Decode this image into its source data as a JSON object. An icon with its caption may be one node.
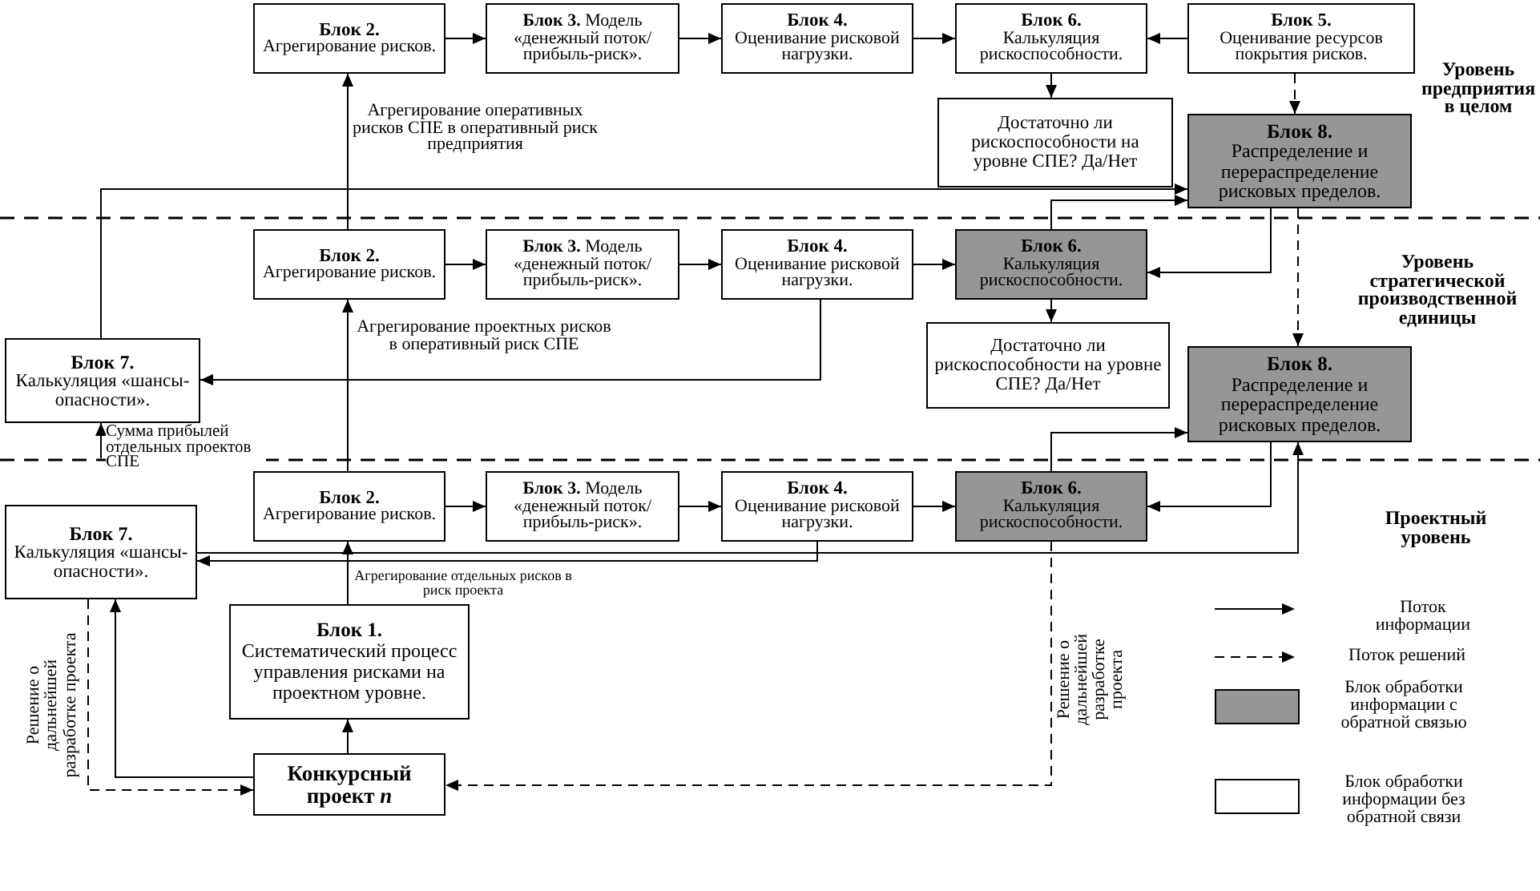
{
  "diagram": {
    "nodes": [
      {
        "text": [
          "Блок 2.",
          "Агрегирование рисков."
        ]
      },
      {
        "text": [
          "**Блок 3.** Модель «денежный поток/прибыль-риск»."
        ]
      },
      {
        "text": [
          "Блок 4.",
          "Оценивание рисковой нагрузки."
        ]
      },
      {
        "text": [
          "Блок 6.",
          "Калькуляция рискоспособности."
        ]
      },
      {
        "text": [
          "Блок 5.",
          "Оценивание ресурсов покрытия рисков."
        ]
      },
      {
        "text": [
          "Достаточно ли рискоспособности на уровне СПЕ? Да/Нет"
        ]
      },
      {
        "text": [
          "Блок 8.",
          "Распределение и перераспределение рисковых пределов."
        ]
      },
      {
        "text": [
          "Блок 2.",
          "Агрегирование рисков."
        ]
      },
      {
        "text": [
          "**Блок 3.** Модель «денежный поток/прибыль-риск»."
        ]
      },
      {
        "text": [
          "Блок 4.",
          "Оценивание рисковой нагрузки."
        ]
      },
      {
        "text": [
          "Блок 6.",
          "Калькуляция рискоспособности."
        ]
      },
      {
        "text": [
          "Блок 7.",
          "Калькуляция «шансы-опасности»."
        ]
      },
      {
        "text": [
          "Достаточно ли рискоспособности на уровне СПЕ? Да/Нет"
        ]
      },
      {
        "text": [
          "Блок 8.",
          "Распределение и перераспределение рисковых пределов."
        ]
      },
      {
        "text": [
          "Блок 2.",
          "Агрегирование рисков."
        ]
      },
      {
        "text": [
          "**Блок 3.** Модель «денежный поток/прибыль-риск»."
        ]
      },
      {
        "text": [
          "Блок 4.",
          "Оценивание рисковой нагрузки."
        ]
      },
      {
        "text": [
          "Блок 6.",
          "Калькуляция рискоспособности."
        ]
      },
      {
        "text": [
          "Блок 7.",
          "Калькуляция «шансы-опасности»."
        ]
      },
      {
        "text": [
          "Блок 1.",
          "Систематический процесс управления рисками на проектном уровне."
        ]
      },
      {
        "text": [
          "Конкурсный проект *n*"
        ]
      }
    ],
    "edges": [
      {
        "from": 0,
        "to": 1,
        "arrow": "to"
      },
      {
        "from": 1,
        "to": 2,
        "arrow": "to"
      },
      {
        "from": 2,
        "to": 3,
        "arrow": "to"
      },
      {
        "from": 4,
        "to": 3,
        "arrow": "to"
      },
      {
        "from": 3,
        "to": 5,
        "arrow": "to"
      },
      {
        "from": 4,
        "to": 6,
        "arrow": "to",
        "style": "dashed"
      },
      {
        "from": 7,
        "to": 0,
        "arrow": "to",
        "label": "Агрегирование оперативных рисков СПЕ в оперативный риск предприятия"
      },
      {
        "from": 11,
        "to": 6,
        "arrow": "to"
      },
      {
        "from": 10,
        "to": 6,
        "arrow": "to"
      },
      {
        "from": 6,
        "to": 10,
        "arrow": "to"
      },
      {
        "from": 6,
        "to": 13,
        "arrow": "to",
        "style": "dashed"
      },
      {
        "from": 7,
        "to": 8,
        "arrow": "to"
      },
      {
        "from": 8,
        "to": 9,
        "arrow": "to"
      },
      {
        "from": 9,
        "to": 10,
        "arrow": "to"
      },
      {
        "from": 10,
        "to": 12,
        "arrow": "to"
      },
      {
        "from": 9,
        "to": 11,
        "arrow": "to"
      },
      {
        "from": 14,
        "to": 7,
        "arrow": "to",
        "label": "Агрегирование проектных рисков в оперативный риск СПЕ"
      },
      {
        "from": null,
        "to": 11,
        "arrow": "to",
        "label": "Сумма прибылей отдельных проектов СПЕ"
      },
      {
        "from": 17,
        "to": 13,
        "arrow": "to"
      },
      {
        "from": 13,
        "to": 17,
        "arrow": "to"
      },
      {
        "from": 18,
        "to": 13,
        "arrow": "to"
      },
      {
        "from": 14,
        "to": 15,
        "arrow": "to"
      },
      {
        "from": 15,
        "to": 16,
        "arrow": "to"
      },
      {
        "from": 16,
        "to": 17,
        "arrow": "to"
      },
      {
        "from": 16,
        "to": 18,
        "arrow": "to"
      },
      {
        "from": 19,
        "to": 14,
        "arrow": "to",
        "label": "Агрегирование отдельных рисков в риск проекта"
      },
      {
        "from": 20,
        "to": 19,
        "arrow": "to"
      },
      {
        "from": 20,
        "to": 18,
        "arrow": "to"
      },
      {
        "from": 18,
        "to": 20,
        "arrow": "to",
        "style": "dashed",
        "label": "Решение о дальнейшей разработке проекта"
      },
      {
        "from": 17,
        "to": 20,
        "arrow": "to",
        "style": "dashed",
        "label": "Решение о дальнейшей разработке проекта"
      }
    ],
    "labels": [
      "Уровень предприятия в целом",
      "Уровень стратегической производственной единицы",
      "Проектный уровень"
    ],
    "legend": [
      {
        "text": "Поток информации"
      },
      {
        "text": "Поток решений"
      },
      {
        "text": "Блок обработки информации с обратной связью",
        "color": "#969696"
      },
      {
        "text": "Блок обработки информации без обратной связи",
        "color": "#ffffff"
      }
    ]
  }
}
